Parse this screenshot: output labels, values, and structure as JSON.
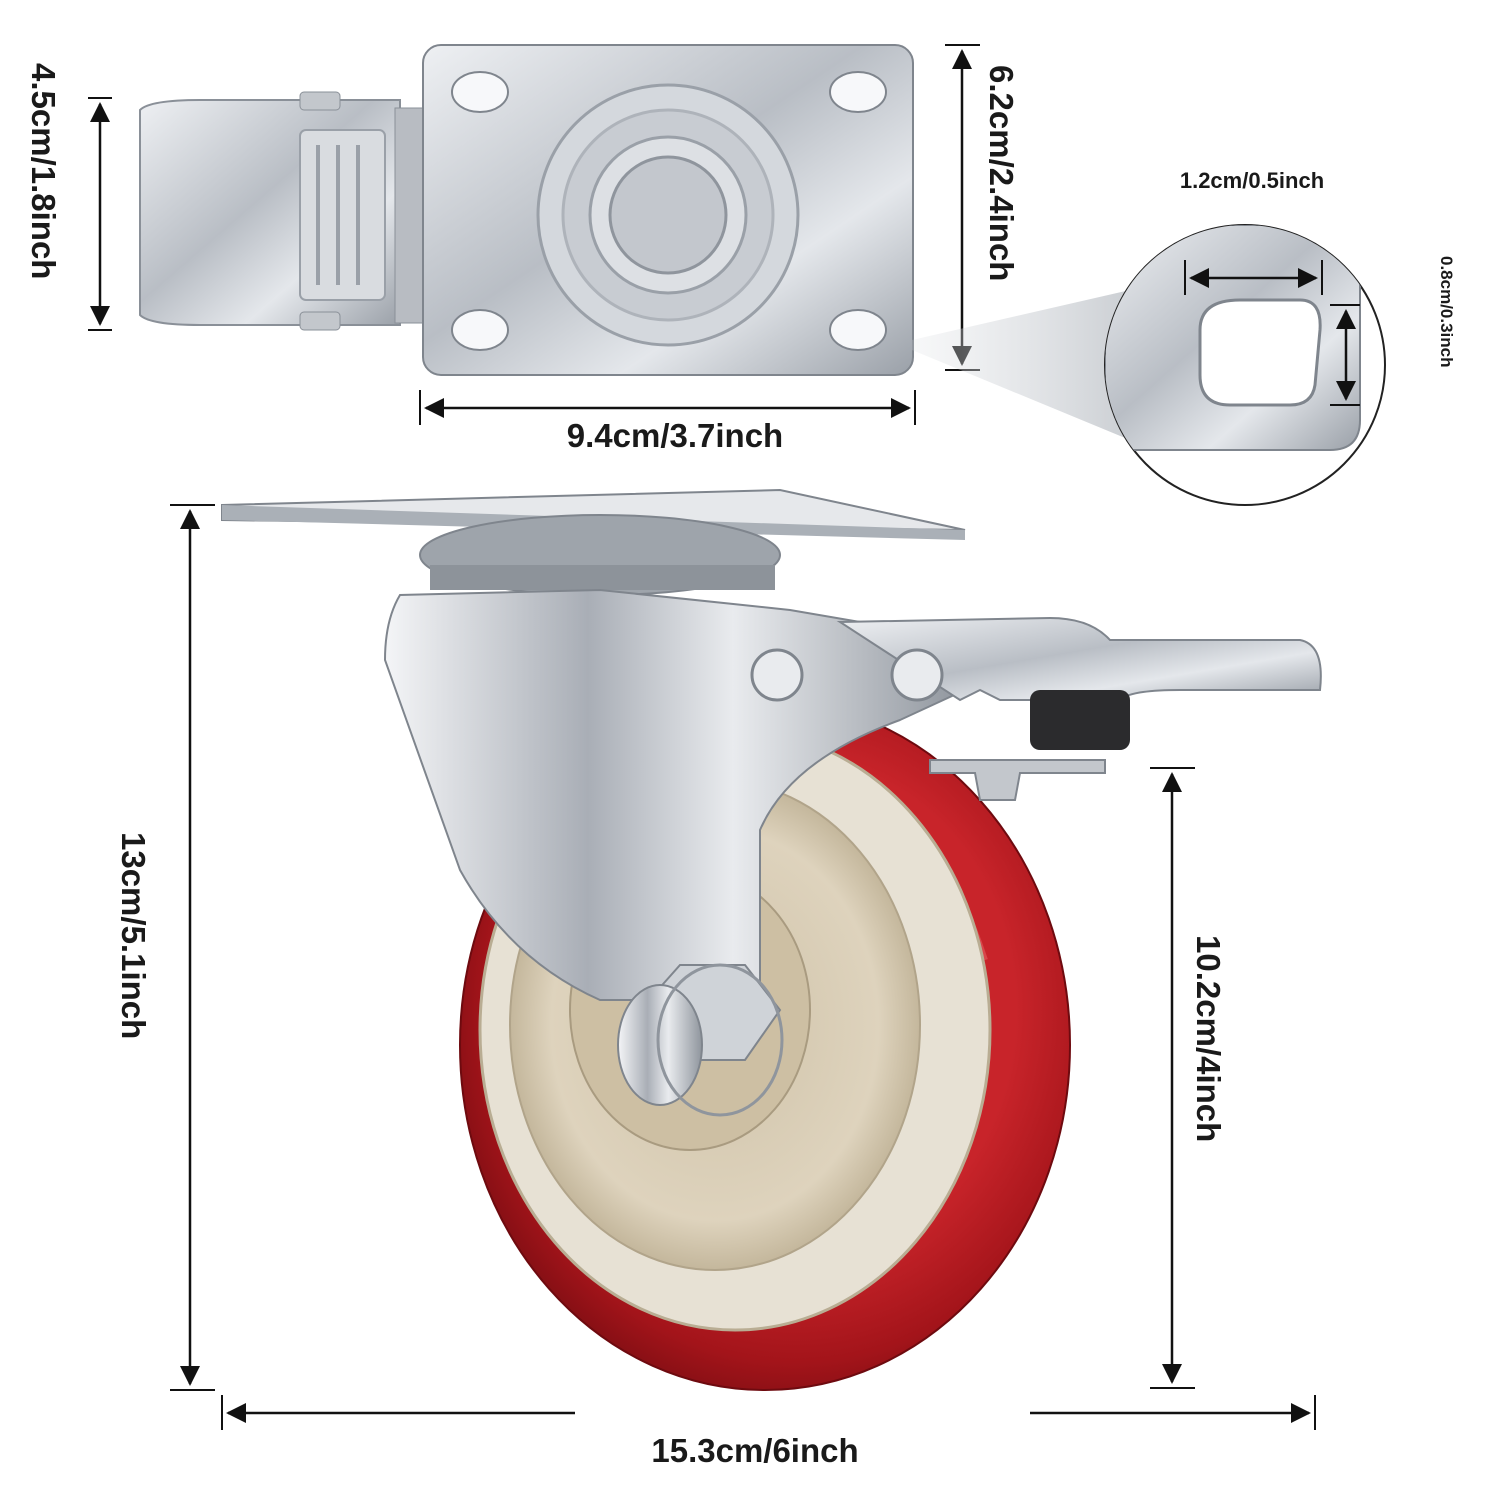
{
  "dimensions": {
    "plate_height": "4.5cm/1.8inch",
    "plate_total_height": "6.2cm/2.4inch",
    "plate_width": "9.4cm/3.7inch",
    "hole_width": "1.2cm/0.5inch",
    "hole_height": "0.8cm/0.3inch",
    "caster_height": "13cm/5.1inch",
    "wheel_diameter": "10.2cm/4inch",
    "caster_length": "15.3cm/6inch"
  },
  "colors": {
    "wheel_red": "#b5161b",
    "hub_beige": "#d8ccb4",
    "steel": "#c8ccd2",
    "arrow": "#111111"
  },
  "icons": {
    "hole_detail": "magnifier-circle-icon",
    "product": "swivel-caster-with-brake"
  }
}
